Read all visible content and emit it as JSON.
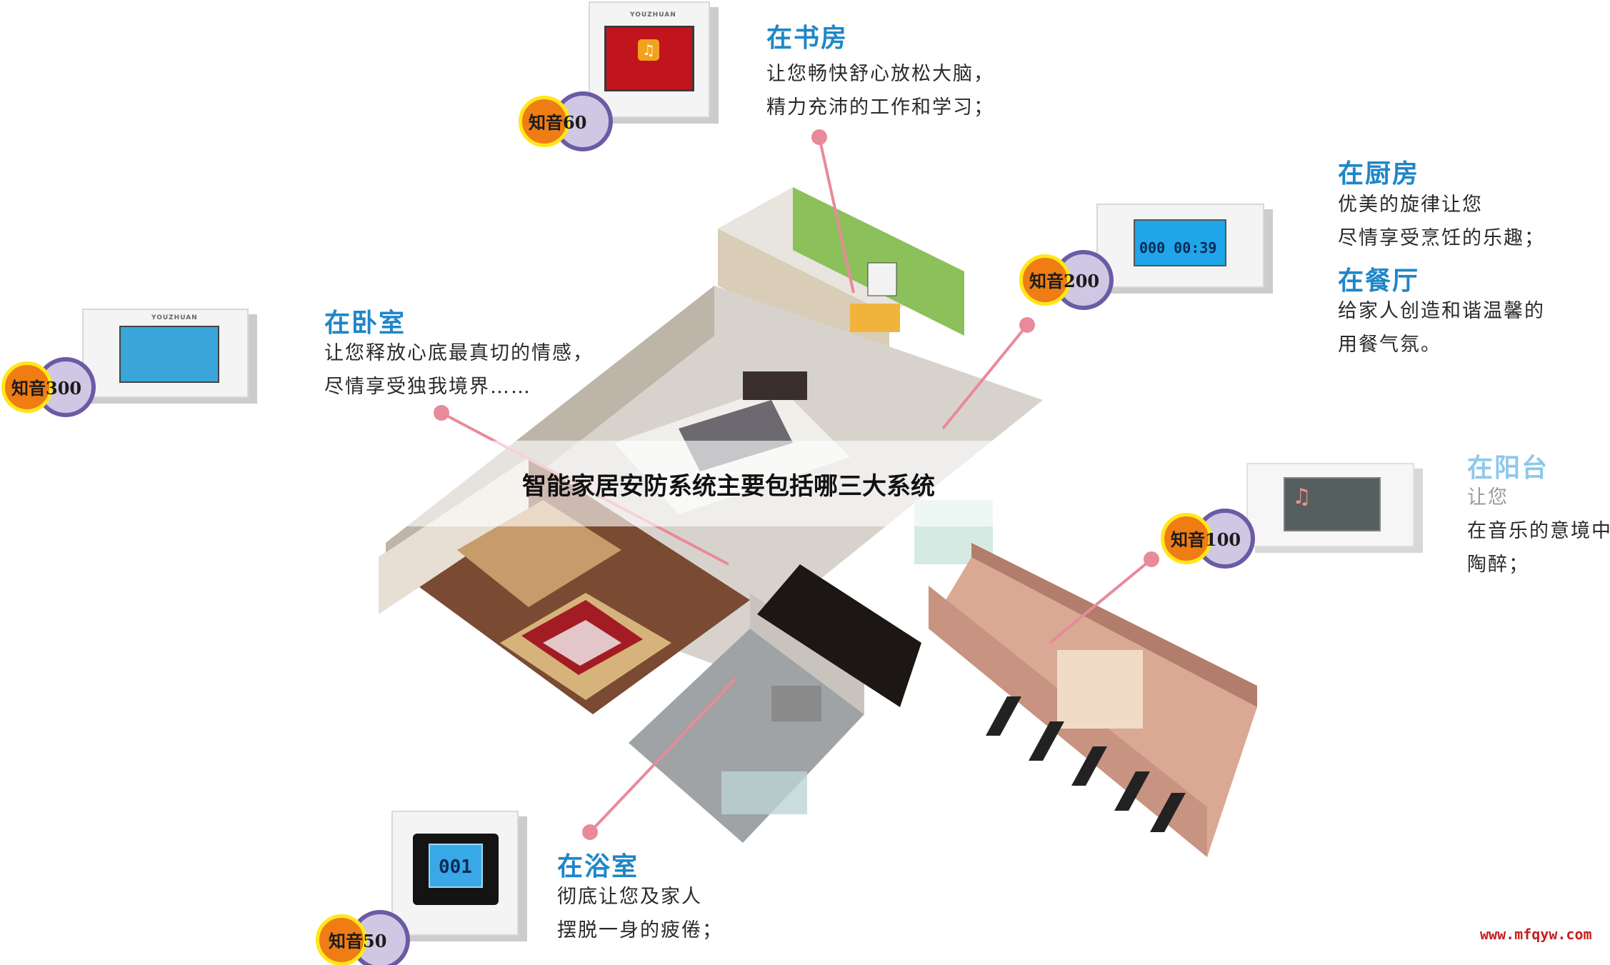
{
  "banner": {
    "title": "智能家居安防系统主要包括哪三大系统"
  },
  "watermark": "www.mfqyw.com",
  "rooms": {
    "study": {
      "title": "在书房",
      "lines": [
        "让您畅快舒心放松大脑，",
        "精力充沛的工作和学习；"
      ]
    },
    "kitchen": {
      "title": "在厨房",
      "lines": [
        "优美的旋律让您",
        "尽情享受烹饪的乐趣；"
      ]
    },
    "dining": {
      "title": "在餐厅",
      "lines": [
        "给家人创造和谐温馨的",
        "用餐气氛。"
      ]
    },
    "bedroom": {
      "title": "在卧室",
      "lines": [
        "让您释放心底最真切的情感，",
        "尽情享受独我境界……"
      ]
    },
    "balcony": {
      "title": "在阳台",
      "lines": [
        "让您",
        "在音乐的意境中",
        "陶醉；"
      ]
    },
    "bathroom": {
      "title": "在浴室",
      "lines": [
        "彻底让您及家人",
        "摆脱一身的疲倦；"
      ]
    }
  },
  "badges": {
    "b60": "知音60",
    "b200": "知音200",
    "b300": "知音300",
    "b100": "知音100",
    "b50": "知音50"
  },
  "devices": {
    "brand": "YOUZHUAN",
    "d200_time": "000 00:39",
    "d50_display": "001"
  },
  "colors": {
    "title_blue": "#1f86c8",
    "badge_orange": "#ef7d14",
    "badge_yellow": "#ffe71a",
    "badge_purple": "#6b5aa4",
    "pointer_pink": "#e88a9a",
    "watermark_red": "#c81e1e"
  }
}
